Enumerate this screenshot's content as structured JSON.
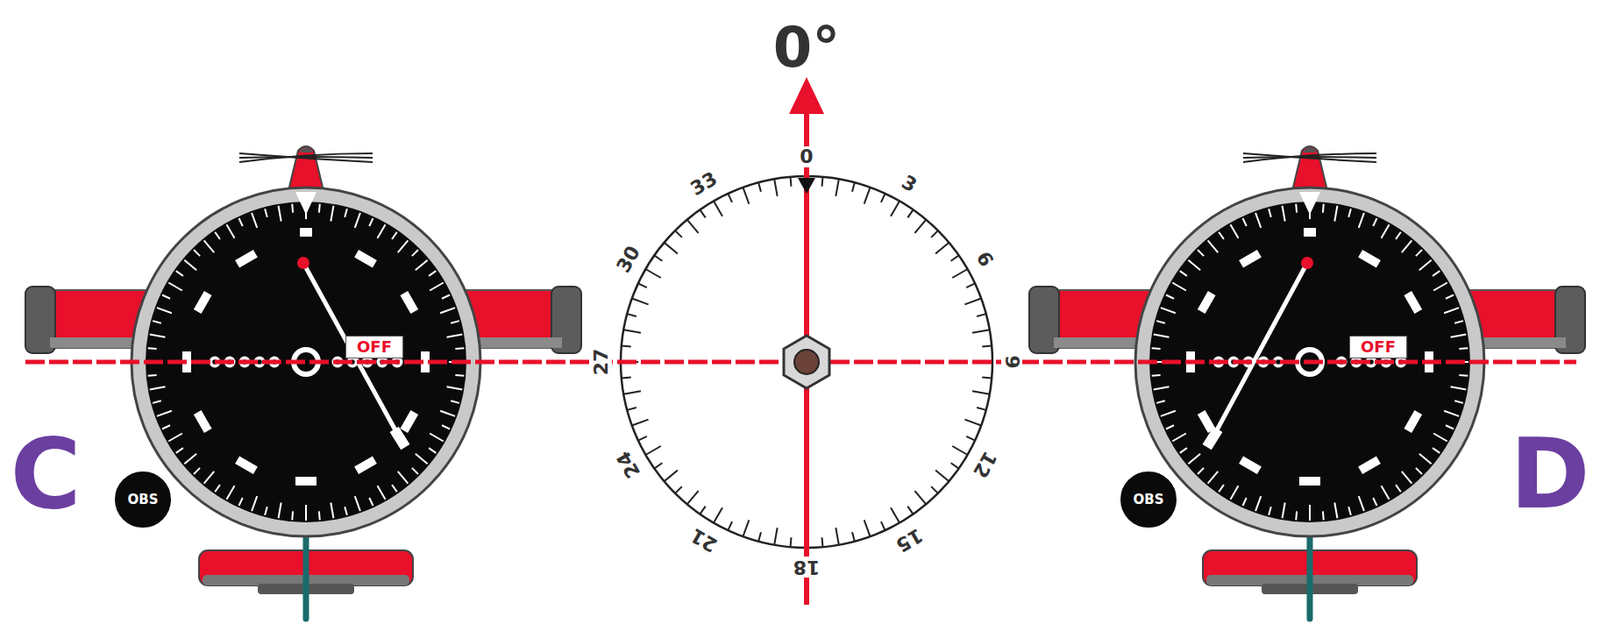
{
  "diagram": {
    "labels": [
      "0°",
      "0",
      "3",
      "6",
      "9",
      "12",
      "15",
      "18",
      "21",
      "24",
      "27",
      "30",
      "33",
      "OFF",
      "OBS",
      "C",
      "OFF",
      "OBS",
      "D"
    ]
  }
}
